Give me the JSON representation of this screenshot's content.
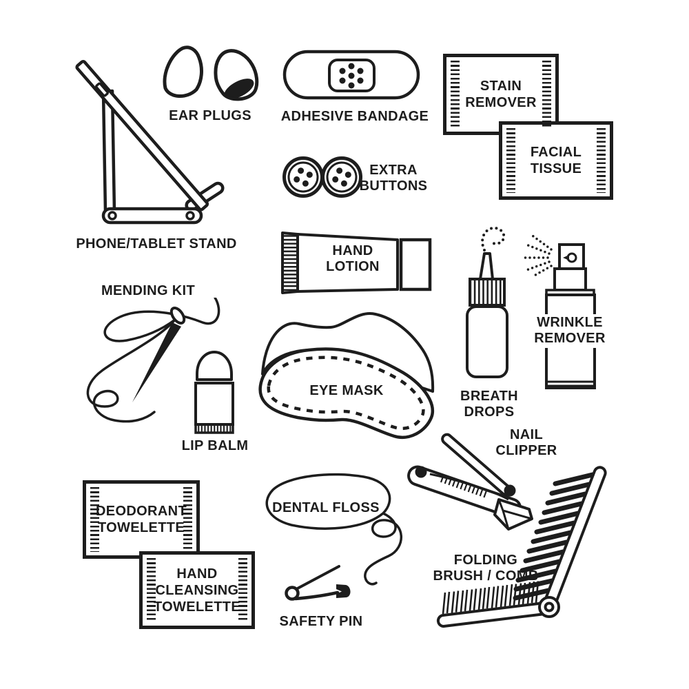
{
  "palette": {
    "background": "#ffffff",
    "ink": "#1d1d1d"
  },
  "items": {
    "phone_tablet_stand": {
      "label": "PHONE/TABLET STAND"
    },
    "ear_plugs": {
      "label": "EAR PLUGS"
    },
    "adhesive_bandage": {
      "label": "ADHESIVE BANDAGE"
    },
    "stain_remover": {
      "label": "STAIN\nREMOVER"
    },
    "facial_tissue": {
      "label": "FACIAL\nTISSUE"
    },
    "extra_buttons": {
      "label": "EXTRA\nBUTTONS"
    },
    "hand_lotion": {
      "label": "HAND\nLOTION"
    },
    "mending_kit": {
      "label": "MENDING KIT"
    },
    "breath_drops": {
      "label": "BREATH\nDROPS"
    },
    "wrinkle_remover": {
      "label": "WRINKLE\nREMOVER"
    },
    "eye_mask": {
      "label": "EYE MASK"
    },
    "lip_balm": {
      "label": "LIP BALM"
    },
    "nail_clipper": {
      "label": "NAIL\nCLIPPER"
    },
    "deodorant_towelette": {
      "label": "DEODORANT\nTOWELETTE"
    },
    "hand_cleansing_towelette": {
      "label": "HAND\nCLEANSING\nTOWELETTE"
    },
    "dental_floss": {
      "label": "DENTAL FLOSS"
    },
    "safety_pin": {
      "label": "SAFETY PIN"
    },
    "folding_brush_comb": {
      "label": "FOLDING\nBRUSH / COMB"
    }
  }
}
